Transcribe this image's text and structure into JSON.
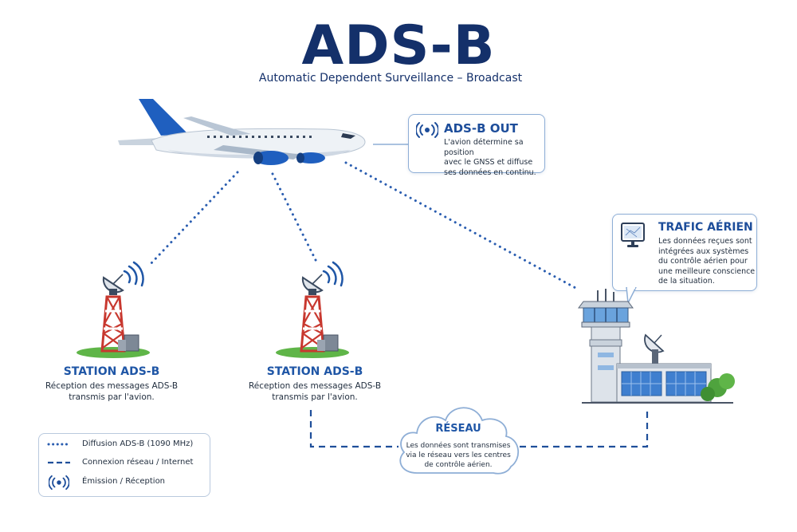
{
  "header": {
    "title": "ADS-B",
    "subtitle": "Automatic Dependent Surveillance – Broadcast"
  },
  "ads_b_out": {
    "title": "ADS-B OUT",
    "text": [
      "L'avion détermine sa position",
      "avec le GNSS et diffuse",
      "ses données en continu."
    ]
  },
  "traffic": {
    "title": "TRAFIC AÉRIEN",
    "text": [
      "Les données reçues sont",
      "intégrées aux systèmes",
      "du contrôle aérien pour",
      "une meilleure conscience",
      "de la situation."
    ]
  },
  "stations": [
    {
      "title": "STATION ADS-B",
      "text": [
        "Réception des messages ADS-B",
        "transmis par l'avion."
      ]
    },
    {
      "title": "STATION ADS-B",
      "text": [
        "Réception des messages ADS-B",
        "transmis par l'avion."
      ]
    }
  ],
  "network": {
    "title": "RÉSEAU",
    "text": [
      "Les données sont transmises",
      "via le réseau vers les centres",
      "de contrôle aérien."
    ]
  },
  "legend": {
    "items": [
      {
        "label": "Diffusion ADS-B (1090 MHz)",
        "icon": "dotted-line"
      },
      {
        "label": "Connexion réseau / Internet",
        "icon": "dashed-line"
      },
      {
        "label": "Émission / Réception",
        "icon": "broadcast-icon"
      }
    ]
  },
  "colors": {
    "navy": "#14306a",
    "accent_blue": "#1f56a6",
    "link_blue": "#2a5db0",
    "tower_red": "#c8382f",
    "grass_green": "#5fb548"
  }
}
